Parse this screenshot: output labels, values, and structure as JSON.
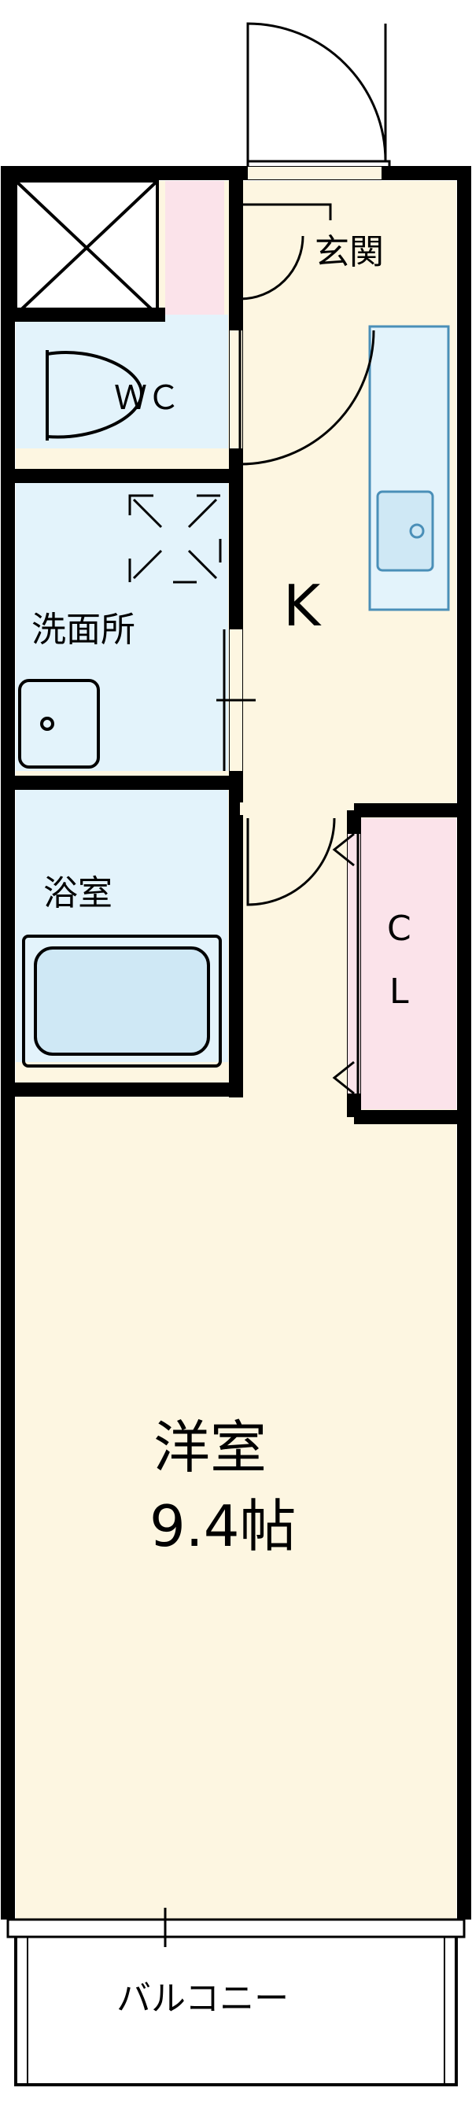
{
  "labels": {
    "genkan": "玄関",
    "wc": "ＷＣ",
    "kitchen": "K",
    "washroom": "洗面所",
    "bathroom": "浴室",
    "closet_c": "C",
    "closet_l": "L",
    "western_room": "洋室",
    "western_room_size": "9.4帖",
    "balcony": "バルコニー"
  },
  "colors": {
    "wall": "#000000",
    "floor": "#fdf6e1",
    "wet_area": "#e3f3fb",
    "closet": "#fbe3ea",
    "balcony": "#ffffff"
  }
}
